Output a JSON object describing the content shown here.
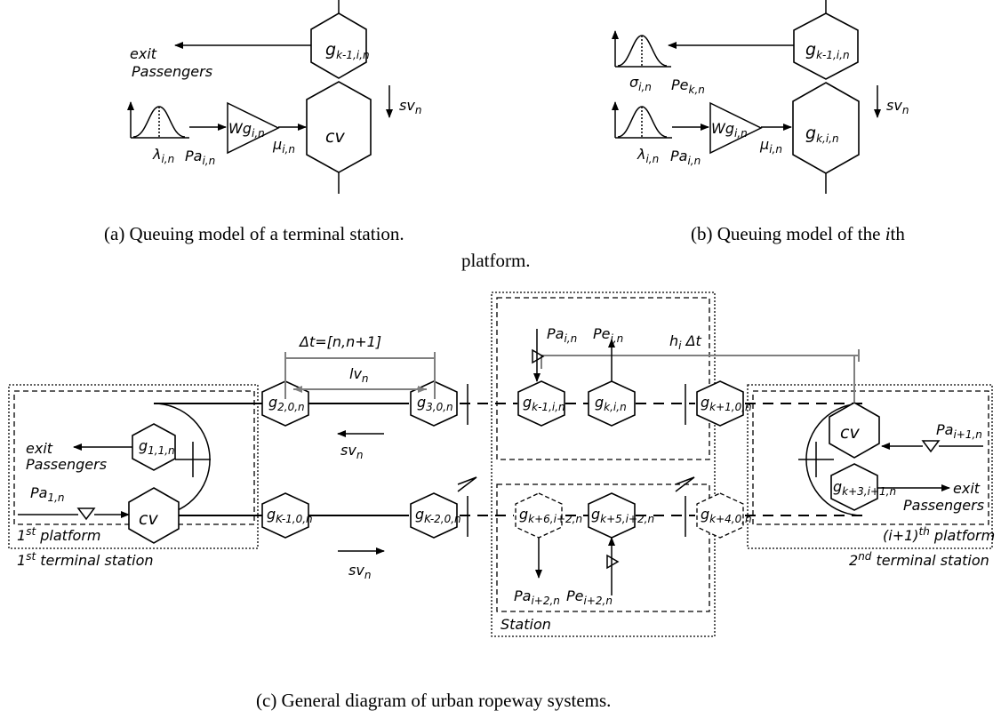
{
  "captions": {
    "a": "(a) Queuing model of a terminal station.",
    "b_line1": "(b) Queuing model of the ",
    "b_var": "i",
    "b_line1_end": "th",
    "b_line2": "platform.",
    "c": "(c) General diagram of urban ropeway systems."
  },
  "panel_a": {
    "exit": "exit",
    "passengers": "Passengers",
    "gk1in": "g",
    "gk1in_sub": "k-1,i,n",
    "cv": "cv",
    "svn": "sv",
    "svn_sub": "n",
    "wg": "Wg",
    "wg_sub": "i,n",
    "mu": "μ",
    "mu_sub": "i,n",
    "lambda": "λ",
    "lambda_sub": "i,n",
    "pa": "Pa",
    "pa_sub": "i,n"
  },
  "panel_b": {
    "gk1in": "g",
    "gk1in_sub": "k-1,i,n",
    "gkin": "g",
    "gkin_sub": "k,i,n",
    "sigma": "σ",
    "sigma_sub": "i,n",
    "pe": "Pe",
    "pe_sub": "k,n",
    "svn": "sv",
    "svn_sub": "n",
    "wg": "Wg",
    "wg_sub": "i,n",
    "mu": "μ",
    "mu_sub": "i,n",
    "lambda": "λ",
    "lambda_sub": "i,n",
    "pa": "Pa",
    "pa_sub": "i,n"
  },
  "panel_c": {
    "hi_dt": "h",
    "hi_dt_sub": "i",
    "hi_dt_tail": " Δt",
    "dt_range": "Δt=[n,n+1]",
    "lvn": "lv",
    "lvn_sub": "n",
    "svn": "sv",
    "svn_sub": "n",
    "exit_left": "exit",
    "passengers_left": "Passengers",
    "pa1n": "Pa",
    "pa1n_sub": "1,n",
    "cv": "cv",
    "g11n_sub": "1,1,n",
    "g20n_sub": "2,0,n",
    "g30n_sub": "3,0,n",
    "gK10n_sub": "K-1,0,n",
    "gK20n_sub": "K-2,0,n",
    "gk1in_sub": "k-1,i,n",
    "gkin_sub": "k,i,n",
    "gk6_sub": "k+6,i+2,n",
    "gk5_sub": "k+5,i+2,n",
    "gk10n_sub": "k+1,0,n",
    "gk40n_sub": "k+4,0,n",
    "gk3_sub": "k+3,i+1,n",
    "g": "g",
    "pain": "Pa",
    "pain_sub": "i,n",
    "pein": "Pe",
    "pein_sub": "i,n",
    "pa_i1": "Pa",
    "pa_i1_sub": "i+1,n",
    "pa_i2": "Pa",
    "pa_i2_sub": "i+2,n",
    "pe_i2": "Pe",
    "pe_i2_sub": "i+2,n",
    "exit_right": "exit",
    "passengers_right": "Passengers",
    "platform1": "1",
    "platform1_sup": "st",
    "platform1_tail": " platform",
    "terminal1": "1",
    "terminal1_sup": "st",
    "terminal1_tail": " terminal station",
    "station": "Station",
    "platform_i1": "(i+1)",
    "platform_i1_sup": "th",
    "platform_i1_tail": " platform",
    "terminal2": "2",
    "terminal2_sup": "nd",
    "terminal2_tail": " terminal station"
  }
}
